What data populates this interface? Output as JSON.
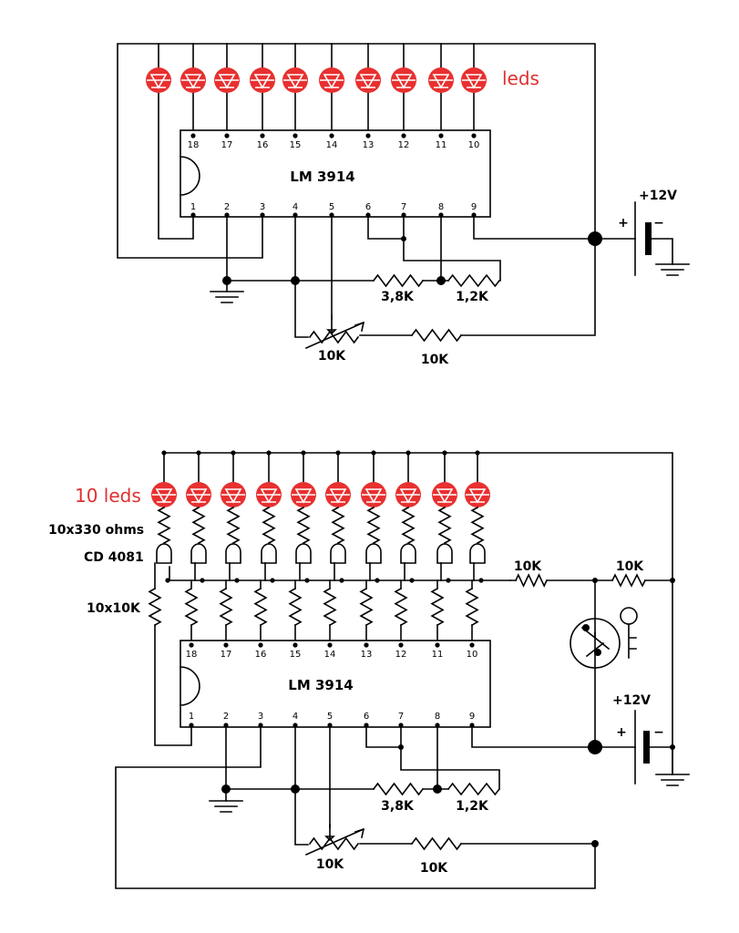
{
  "colors": {
    "wire": "#000000",
    "led": "#e83030",
    "red_text": "#e03030"
  },
  "icons": [
    "led-icon",
    "resistor-icon",
    "potentiometer-icon",
    "battery-icon",
    "ground-icon",
    "and-gate-icon",
    "key-switch-icon"
  ],
  "top": {
    "leds_label": "leds",
    "chip_label": "LM 3914",
    "pins_top": [
      "18",
      "17",
      "16",
      "15",
      "14",
      "13",
      "12",
      "11",
      "10"
    ],
    "pins_bottom": [
      "1",
      "2",
      "3",
      "4",
      "5",
      "6",
      "7",
      "8",
      "9"
    ],
    "r1": "3,8K",
    "r2": "1,2K",
    "pot": "10K",
    "r_series": "10K",
    "supply": "+12V",
    "plus": "+",
    "minus": "−"
  },
  "bottom": {
    "leds_label": "10 leds",
    "res_label": "10x330 ohms",
    "gate_label": "CD 4081",
    "pull_label": "10x10K",
    "chip_label": "LM 3914",
    "pins_top": [
      "18",
      "17",
      "16",
      "15",
      "14",
      "13",
      "12",
      "11",
      "10"
    ],
    "pins_bottom": [
      "1",
      "2",
      "3",
      "4",
      "5",
      "6",
      "7",
      "8",
      "9"
    ],
    "r_a": "10K",
    "r_b": "10K",
    "r1": "3,8K",
    "r2": "1,2K",
    "pot": "10K",
    "r_series": "10K",
    "supply": "+12V",
    "plus": "+",
    "minus": "−"
  }
}
